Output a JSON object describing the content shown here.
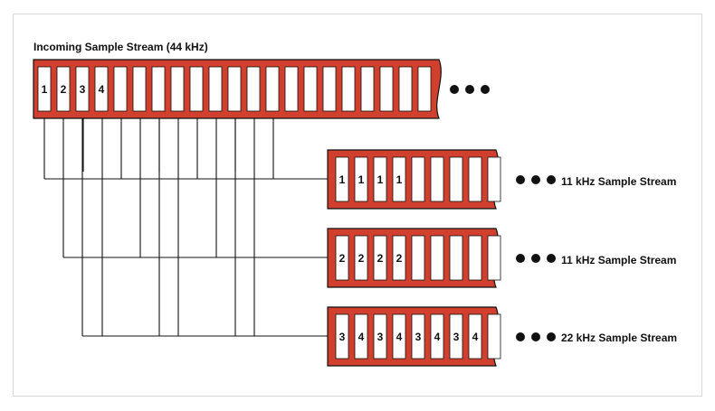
{
  "title": "Incoming Sample Stream (44 kHz)",
  "colors": {
    "stream": "#d1402e",
    "line": "#111111"
  },
  "incoming": {
    "labels": [
      "1",
      "2",
      "3",
      "4"
    ]
  },
  "outputs": [
    {
      "labels": [
        "1",
        "1",
        "1",
        "1"
      ],
      "caption": "11 kHz Sample Stream"
    },
    {
      "labels": [
        "2",
        "2",
        "2",
        "2"
      ],
      "caption": "11 kHz Sample Stream"
    },
    {
      "labels": [
        "3",
        "4",
        "3",
        "4",
        "3",
        "4",
        "3",
        "4"
      ],
      "caption": "22 kHz Sample Stream"
    }
  ],
  "continuation_icon": "ellipsis-dots-icon"
}
